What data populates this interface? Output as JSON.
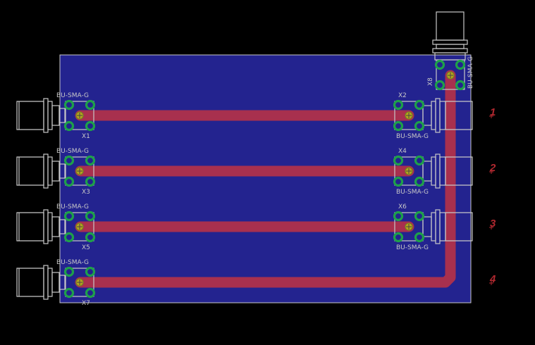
{
  "view": "PCB board layout",
  "colors": {
    "background": "#000000",
    "board": "#23238f",
    "trace": "#a8304e",
    "pad": "#1ea04a",
    "center_pad": "#b9a21e",
    "silkscreen": "#c8c8c8",
    "net_label": "#b0282f"
  },
  "left_connectors": [
    {
      "name": "X1",
      "value": "BU-SMA-G"
    },
    {
      "name": "X3",
      "value": "BU-SMA-G"
    },
    {
      "name": "X5",
      "value": "BU-SMA-G"
    },
    {
      "name": "X7",
      "value": "BU-SMA-G"
    }
  ],
  "right_connectors": [
    {
      "name": "X2",
      "value": "BU-SMA-G"
    },
    {
      "name": "X4",
      "value": "BU-SMA-G"
    },
    {
      "name": "X6",
      "value": "BU-SMA-G"
    }
  ],
  "top_connector": {
    "name": "X8",
    "value": "BU-SMA-G"
  },
  "port_labels": [
    "1",
    "2",
    "3",
    "4"
  ]
}
